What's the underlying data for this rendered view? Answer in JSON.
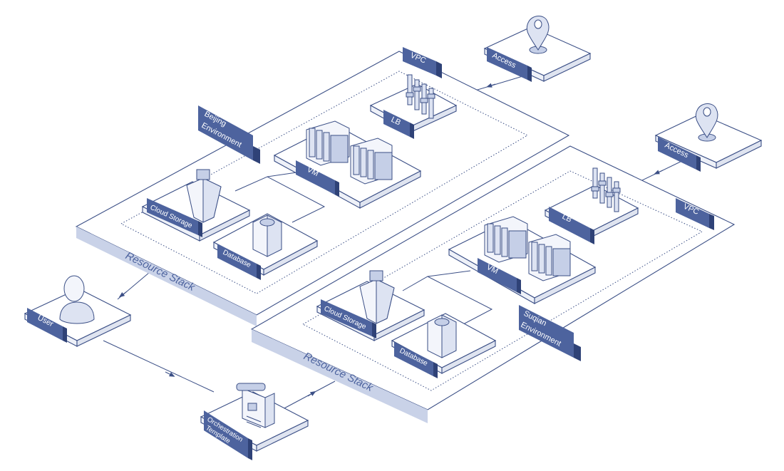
{
  "beijing": {
    "env_label_line1": "Beijing",
    "env_label_line2": "Environment",
    "vpc": "VPC",
    "lb": "LB",
    "vm": "VM",
    "cloud_storage": "Cloud Storage",
    "database": "Database",
    "resource_stack": "Resource Stack",
    "access": "Access"
  },
  "suqian": {
    "env_label_line1": "Suqian",
    "env_label_line2": "Environment",
    "vpc": "VPC",
    "lb": "LB",
    "vm": "VM",
    "cloud_storage": "Cloud Storage",
    "database": "Database",
    "resource_stack": "Resource Stack",
    "access": "Access"
  },
  "user": {
    "label": "User"
  },
  "template": {
    "label_line1": "Orchestration",
    "label_line2": "Template"
  },
  "colors": {
    "stroke": "#3b4f86",
    "tag": "#4d639e",
    "tag_dark": "#2f4277",
    "stack_band": "#c9d2e8"
  },
  "icons": {
    "access": "location-pin-icon",
    "lb": "load-balancer-icon",
    "vm": "server-stack-icon",
    "cloud_storage": "cloud-storage-icon",
    "database": "database-icon",
    "user": "user-icon",
    "template": "document-icon"
  }
}
